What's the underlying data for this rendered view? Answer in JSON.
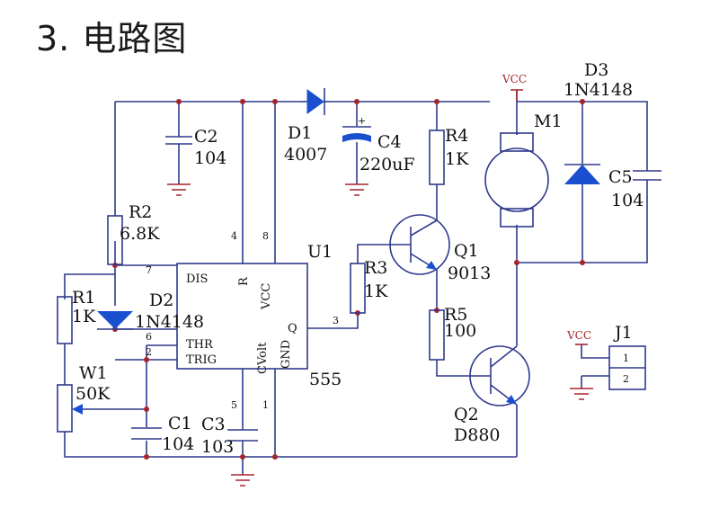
{
  "title": "3. 电路图",
  "labels": {
    "c2": "C2",
    "c2_val": "104",
    "d1": "D1",
    "d1_val": "4007",
    "c4": "C4",
    "c4_val": "220uF",
    "r4": "R4",
    "r4_val": "1K",
    "m1": "M1",
    "d3": "D3",
    "d3_val": "1N4148",
    "c5": "C5",
    "c5_val": "104",
    "r2": "R2",
    "r2_val": "6.8K",
    "u1": "U1",
    "q1": "Q1",
    "q1_val": "9013",
    "r3": "R3",
    "r3_val": "1K",
    "r1": "R1",
    "r1_val": "1K",
    "d2": "D2",
    "d2_val": "1N4148",
    "r5": "R5",
    "r5_val": "100",
    "w1": "W1",
    "w1_val": "50K",
    "c1": "C1",
    "c1_val": "104",
    "c3": "C3",
    "c3_val": "103",
    "chip_model": "555",
    "q2": "Q2",
    "q2_val": "D880",
    "j1": "J1",
    "vcc1": "VCC",
    "vcc2": "VCC"
  },
  "chip_pins": {
    "dis": "DIS",
    "r": "R",
    "vcc": "VCC",
    "q": "Q",
    "thr": "THR",
    "trig": "TRIG",
    "cvolt": "CVolt",
    "gnd": "GND",
    "n7": "7",
    "n4": "4",
    "n8": "8",
    "n6": "6",
    "n2": "2",
    "n3": "3",
    "n5": "5",
    "n1": "1"
  },
  "connector_pins": {
    "p1": "1",
    "p2": "2"
  },
  "colors": {
    "wire": "#2f3a8c",
    "node": "#a5242b",
    "diode_fill": "#1a4fd0"
  }
}
